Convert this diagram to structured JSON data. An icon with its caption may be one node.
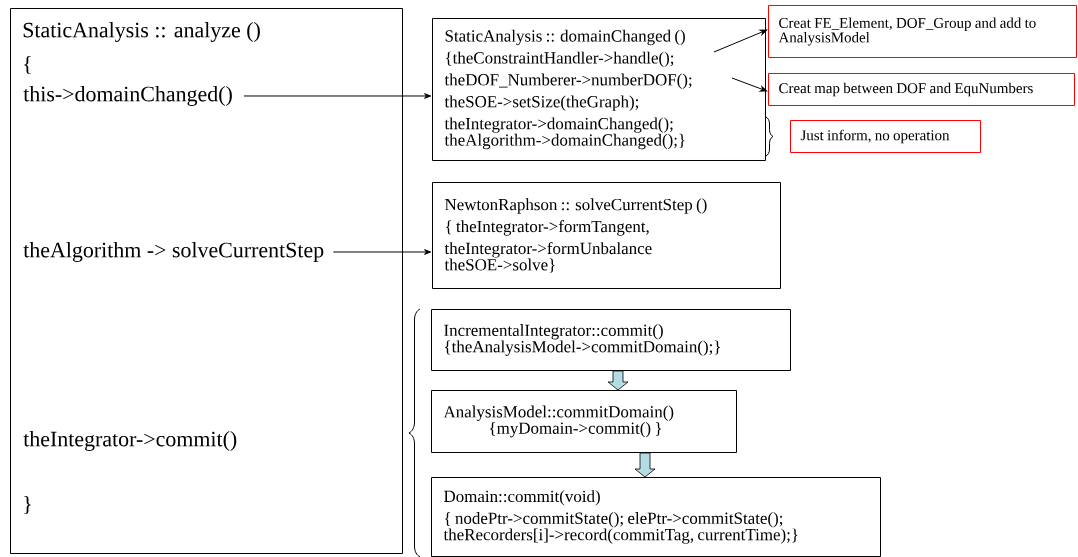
{
  "diagram": {
    "nodes": [
      {
        "text": [
          "StaticAnalysis :: analyze ()",
          "{",
          "}"
        ]
      },
      {
        "text": [
          "this->domainChanged()"
        ],
        "in": 0
      },
      {
        "text": [
          "theAlgorithm -> solveCurrentStep"
        ],
        "in": 0
      },
      {
        "text": [
          "theIntegrator->commit()"
        ],
        "in": 0
      },
      {
        "text": [
          "StaticAnalysis :: domainChanged ()",
          "{theConstraintHandler->handle();",
          "theDOF_Numberer->numberDOF();",
          "theSOE->setSize(theGraph);",
          "theIntegrator->domainChanged();",
          "theAlgorithm->domainChanged();}"
        ]
      },
      {
        "text": [
          "Creat FE_Element, DOF_Group and add to AnalysisModel"
        ]
      },
      {
        "text": [
          "Creat map between DOF and EquNumbers"
        ]
      },
      {
        "text": [
          "Just inform, no operation"
        ]
      },
      {
        "text": [
          "NewtonRaphson :: solveCurrentStep ()",
          "{ theIntegrator->formTangent,",
          "theIntegrator->formUnbalance",
          "theSOE->solve}"
        ]
      },
      {
        "text": [
          "IncrementalIntegrator::commit()",
          "{theAnalysisModel->commitDomain();}"
        ]
      },
      {
        "text": [
          "AnalysisModel::commitDomain()",
          "{myDomain->commit() }"
        ]
      },
      {
        "text": [
          "Domain::commit(void)",
          "{ nodePtr->commitState(); elePtr->commitState();",
          "theRecorders[i]->record(commitTag, currentTime);}"
        ]
      }
    ],
    "edges": [
      {
        "from": 1,
        "to": 4,
        "arrow": "to"
      },
      {
        "from": 2,
        "to": 8,
        "arrow": "to"
      },
      {
        "from": 4,
        "to": 5,
        "arrow": "to"
      },
      {
        "from": 4,
        "to": 6,
        "arrow": "to"
      },
      {
        "from": 9,
        "to": 10,
        "arrow": "to",
        "color": "#b4dde3"
      },
      {
        "from": 10,
        "to": 11,
        "arrow": "to",
        "color": "#b4dde3"
      }
    ]
  }
}
